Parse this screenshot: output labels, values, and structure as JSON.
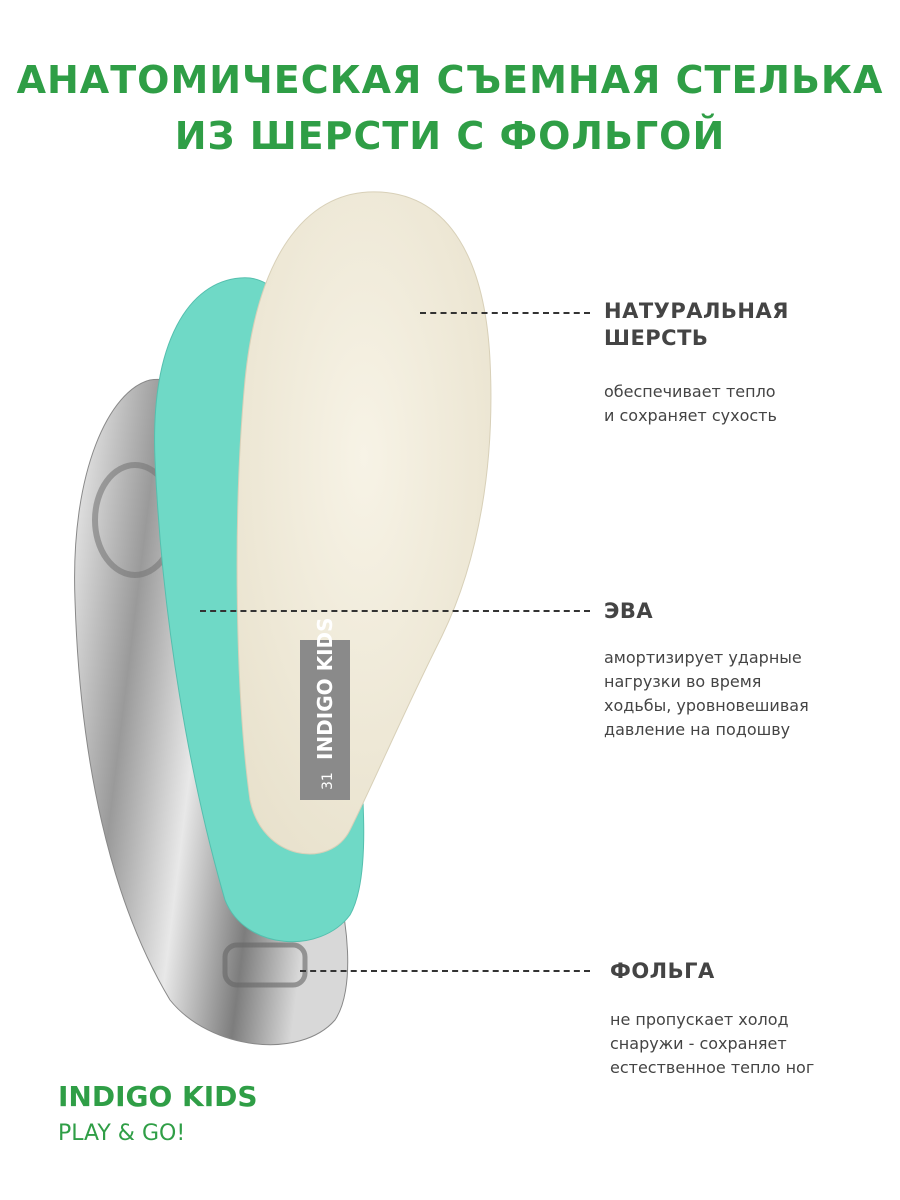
{
  "title": {
    "line1": "АНАТОМИЧЕСКАЯ СЪЕМНАЯ СТЕЛЬКА",
    "line2": "ИЗ ШЕРСТИ С ФОЛЬГОЙ"
  },
  "layers": [
    {
      "heading_line1": "НАТУРАЛЬНАЯ",
      "heading_line2": "ШЕРСТЬ",
      "desc_lines": [
        "обеспечивает тепло",
        "и сохраняет сухость"
      ]
    },
    {
      "heading_line1": "ЭВА",
      "desc_lines": [
        "амортизирует ударные",
        "нагрузки во время",
        "ходьбы, уровновешивая",
        "давление на подошву"
      ]
    },
    {
      "heading_line1": "ФОЛЬГА",
      "desc_lines": [
        "не пропускает холод",
        "снаружи - сохраняет",
        "естественное тепло ног"
      ]
    }
  ],
  "label": {
    "brand": "INDIGO KIDS",
    "size": "31"
  },
  "footer": {
    "brand": "INDIGO KIDS",
    "slogan": "PLAY & GO!"
  },
  "colors": {
    "accent": "#2f9e46",
    "text": "#444444",
    "eva": "#6fd9c6",
    "wool": "#f3eee0",
    "foil": "#c9c9c9"
  }
}
